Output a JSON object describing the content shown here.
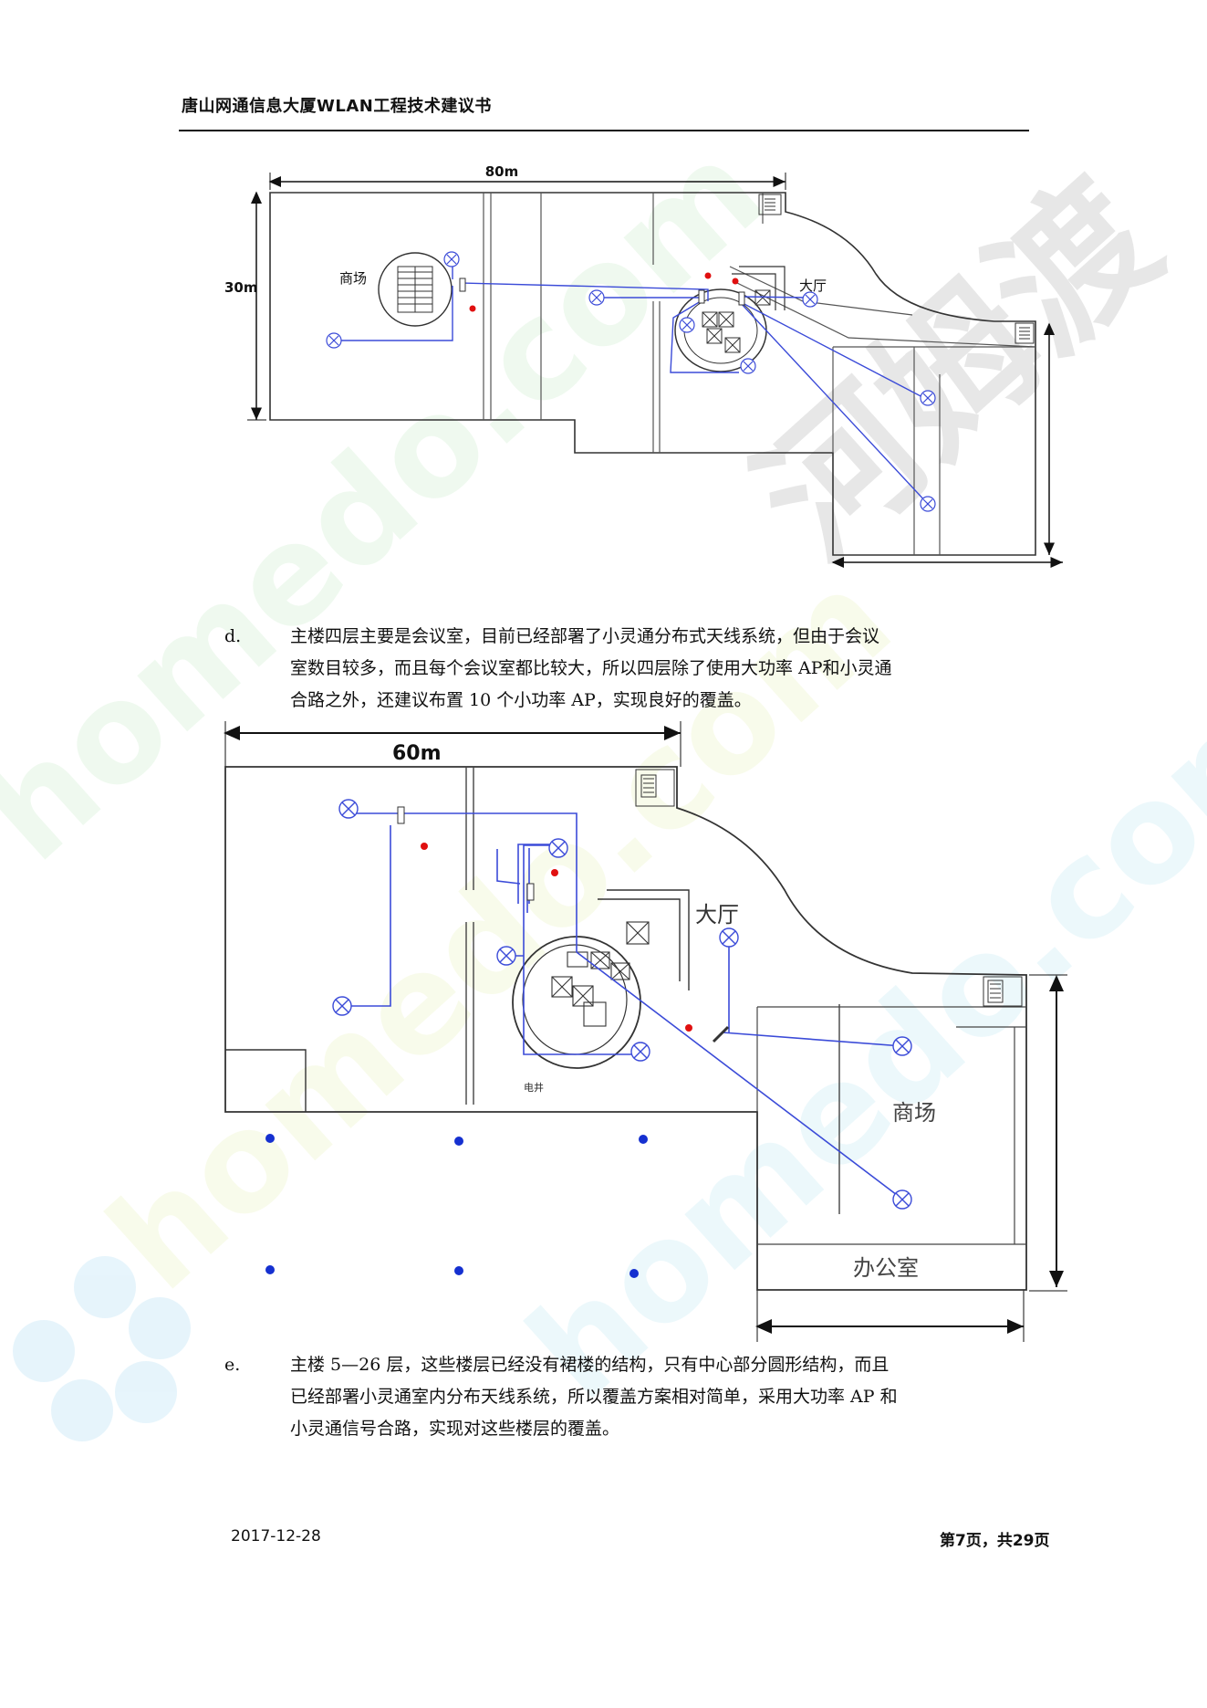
{
  "header": {
    "title": "唐山网通信息大厦WLAN工程技术建议书"
  },
  "plan1": {
    "width_label": "80m",
    "height_label": "30m",
    "label_mall": "商场",
    "label_lobby": "大厅"
  },
  "para_d": {
    "marker": "d.",
    "lines": [
      "主楼四层主要是会议室，目前已经部署了小灵通分布式天线系统，但由于会议",
      "室数目较多，而且每个会议室都比较大，所以四层除了使用大功率 AP和小灵通",
      "合路之外，还建议布置 10 个小功率 AP，实现良好的覆盖。"
    ]
  },
  "plan2": {
    "width_label": "60m",
    "label_lobby": "大厅",
    "label_mall": "商场",
    "label_office": "办公室",
    "label_shaft": "电井"
  },
  "para_e": {
    "marker": "e.",
    "lines": [
      "主楼 5—26 层，这些楼层已经没有裙楼的结构，只有中心部分圆形结构，而且",
      "已经部署小灵通室内分布天线系统，所以覆盖方案相对简单，采用大功率 AP 和",
      "小灵通信号合路，实现对这些楼层的覆盖。"
    ]
  },
  "footer": {
    "date": "2017-12-28",
    "page": "第7页，共29页"
  },
  "colors": {
    "wire": "#3b4bd8",
    "ap_dot": "#e01010",
    "point": "#1530d0",
    "walls": "#333333"
  }
}
